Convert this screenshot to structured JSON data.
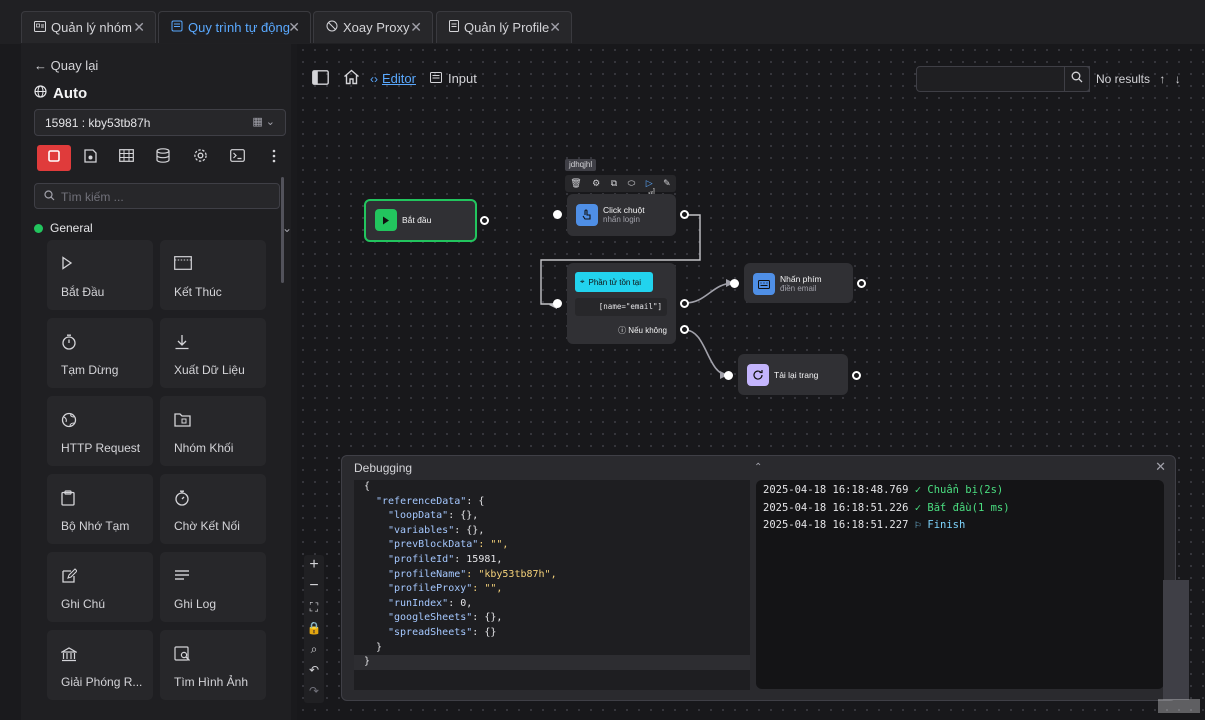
{
  "tabs": [
    {
      "label": "Quản lý nhóm",
      "icon": "id-card-icon"
    },
    {
      "label": "Quy trình tự động",
      "icon": "workflow-icon"
    },
    {
      "label": "Xoay Proxy",
      "icon": "proxy-icon"
    },
    {
      "label": "Quản lý Profile",
      "icon": "document-icon"
    }
  ],
  "sidebar": {
    "back_label": "Quay lại",
    "title": "Auto",
    "profile_value": "15981 : kby53tb87h",
    "search_placeholder": "Tìm kiếm ...",
    "group_label": "General",
    "cards": [
      {
        "label": "Bắt Đầu",
        "icon": "play-icon"
      },
      {
        "label": "Kết Thúc",
        "icon": "finish-flag-icon"
      },
      {
        "label": "Tạm Dừng",
        "icon": "timer-icon"
      },
      {
        "label": "Xuất Dữ Liệu",
        "icon": "download-icon"
      },
      {
        "label": "HTTP Request",
        "icon": "globe-icon"
      },
      {
        "label": "Nhóm Khối",
        "icon": "folder-icon"
      },
      {
        "label": "Bộ Nhớ Tạm",
        "icon": "clipboard-icon"
      },
      {
        "label": "Chờ Kết Nối",
        "icon": "stopwatch-icon"
      },
      {
        "label": "Ghi Chú",
        "icon": "note-icon"
      },
      {
        "label": "Ghi Log",
        "icon": "log-lines-icon"
      },
      {
        "label": "Giải Phóng R...",
        "icon": "bank-icon"
      },
      {
        "label": "Tìm Hình Ảnh",
        "icon": "image-search-icon"
      }
    ]
  },
  "topbar": {
    "editor_label": "Editor",
    "input_label": "Input",
    "no_results": "No results"
  },
  "nodes": {
    "start": {
      "title": "Bắt đầu"
    },
    "click": {
      "tooltip": "jdhqjhl",
      "title": "Click chuột",
      "subtitle": "nhấn login"
    },
    "element": {
      "badge": "Phần tử tồn tại",
      "selector": "[name=\"email\"]",
      "else_label": "Nếu không"
    },
    "keypress": {
      "title": "Nhấn phím",
      "subtitle": "điền email"
    },
    "reload": {
      "title": "Tải lại trang"
    }
  },
  "debug": {
    "title": "Debugging",
    "json_lines": [
      {
        "indent": 0,
        "text": "{",
        "kind": "punct"
      },
      {
        "indent": 1,
        "key": "\"referenceData\"",
        "rest": ": {",
        "kind": "kv"
      },
      {
        "indent": 2,
        "key": "\"loopData\"",
        "rest": ": {},",
        "kind": "kv"
      },
      {
        "indent": 2,
        "key": "\"variables\"",
        "rest": ": {},",
        "kind": "kv"
      },
      {
        "indent": 2,
        "key": "\"prevBlockData\"",
        "rest": ": \"\",",
        "kind": "kvs"
      },
      {
        "indent": 2,
        "key": "\"profileId\"",
        "rest": ": 15981,",
        "kind": "kv"
      },
      {
        "indent": 2,
        "key": "\"profileName\"",
        "rest": ": \"kby53tb87h\",",
        "kind": "kvs"
      },
      {
        "indent": 2,
        "key": "\"profileProxy\"",
        "rest": ": \"\",",
        "kind": "kvs"
      },
      {
        "indent": 2,
        "key": "\"runIndex\"",
        "rest": ": 0,",
        "kind": "kv"
      },
      {
        "indent": 2,
        "key": "\"googleSheets\"",
        "rest": ": {},",
        "kind": "kv"
      },
      {
        "indent": 2,
        "key": "\"spreadSheets\"",
        "rest": ": {}",
        "kind": "kv"
      },
      {
        "indent": 1,
        "text": "}",
        "kind": "punct"
      },
      {
        "indent": 0,
        "text": "}",
        "kind": "punct"
      }
    ],
    "logs": [
      {
        "time": "2025-04-18 16:18:48.769",
        "icon": "check-icon",
        "message": "Chuẩn bị(2s)"
      },
      {
        "time": "2025-04-18 16:18:51.226",
        "icon": "check-icon",
        "message": "Bắt đầu(1 ms)"
      },
      {
        "time": "2025-04-18 16:18:51.227",
        "icon": "flag-icon",
        "message": "Finish"
      }
    ]
  },
  "colors": {
    "accent": "#5aa9ff",
    "start_border": "#22c55e",
    "record_red": "#e03b3b",
    "badge_cyan": "#22d3ee"
  }
}
